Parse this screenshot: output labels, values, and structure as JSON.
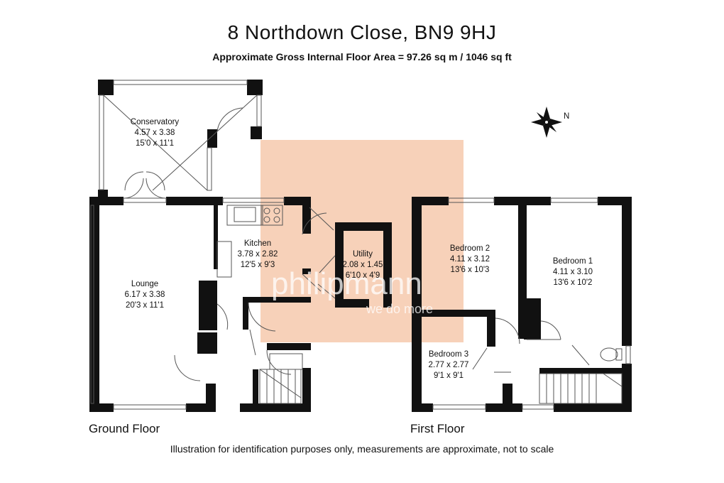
{
  "header": {
    "title": "8 Northdown Close, BN9 9HJ",
    "subtitle": "Approximate Gross Internal Floor Area = 97.26 sq m / 1046 sq ft"
  },
  "compass": {
    "label": "N"
  },
  "watermark": {
    "brand": "philipmann",
    "tagline": "we do more",
    "color": "#f6c9ad"
  },
  "ground_floor": {
    "label": "Ground Floor",
    "rooms": {
      "conservatory": {
        "name": "Conservatory",
        "metric": "4.57 x 3.38",
        "imperial": "15'0 x 11'1"
      },
      "kitchen": {
        "name": "Kitchen",
        "metric": "3.78 x 2.82",
        "imperial": "12'5 x 9'3"
      },
      "utility": {
        "name": "Utility",
        "metric": "2.08 x 1.45",
        "imperial": "6'10 x 4'9"
      },
      "lounge": {
        "name": "Lounge",
        "metric": "6.17 x 3.38",
        "imperial": "20'3 x 11'1"
      }
    }
  },
  "first_floor": {
    "label": "First Floor",
    "rooms": {
      "bedroom2": {
        "name": "Bedroom 2",
        "metric": "4.11 x 3.12",
        "imperial": "13'6 x 10'3"
      },
      "bedroom1": {
        "name": "Bedroom 1",
        "metric": "4.11 x 3.10",
        "imperial": "13'6 x 10'2"
      },
      "bedroom3": {
        "name": "Bedroom 3",
        "metric": "2.77 x 2.77",
        "imperial": "9'1 x 9'1"
      }
    }
  },
  "footer": {
    "disclaimer": "Illustration for identification purposes only, measurements are approximate, not to scale"
  }
}
